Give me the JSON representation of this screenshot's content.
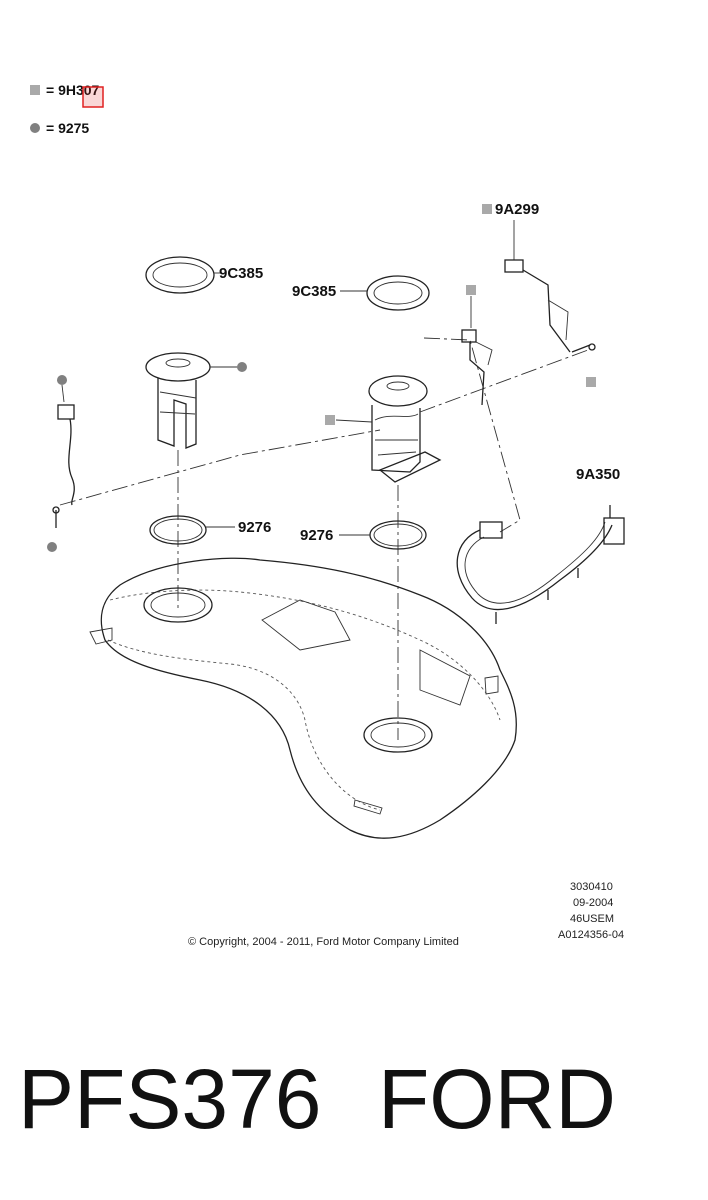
{
  "legend": [
    {
      "symbol": "square",
      "text": "= 9H307"
    },
    {
      "symbol": "dot",
      "text": "= 9275"
    }
  ],
  "callouts": {
    "a9a299": "9A299",
    "a9c385_left": "9C385",
    "a9c385_right": "9C385",
    "a9276_left": "9276",
    "a9276_right": "9276",
    "a9a350": "9A350"
  },
  "meta": {
    "code1": "3030410",
    "date": "09-2004",
    "code2": "46USEM",
    "code3": "A0124356-04"
  },
  "copyright": "© Copyright, 2004 - 2011, Ford Motor Company Limited",
  "caption": {
    "part_number": "PFS376",
    "brand": "FORD"
  },
  "colors": {
    "marker_gray": "#a9a9a9",
    "highlight_red": "#e02020"
  }
}
